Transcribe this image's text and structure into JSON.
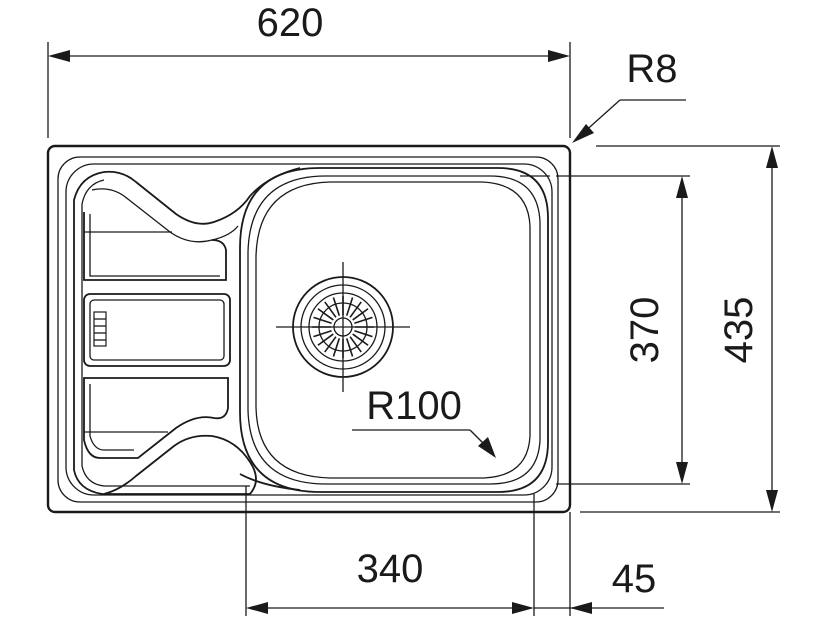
{
  "dimensions": {
    "overall_width": "620",
    "corner_radius": "R8",
    "bowl_depth": "370",
    "overall_depth": "435",
    "bowl_radius": "R100",
    "bowl_width": "340",
    "edge_offset": "45"
  },
  "colors": {
    "line": "#1a1a1a",
    "background": "#ffffff"
  },
  "icons": {
    "drain": "drain-strainer-icon",
    "overflow": "overflow-slot-icon"
  }
}
